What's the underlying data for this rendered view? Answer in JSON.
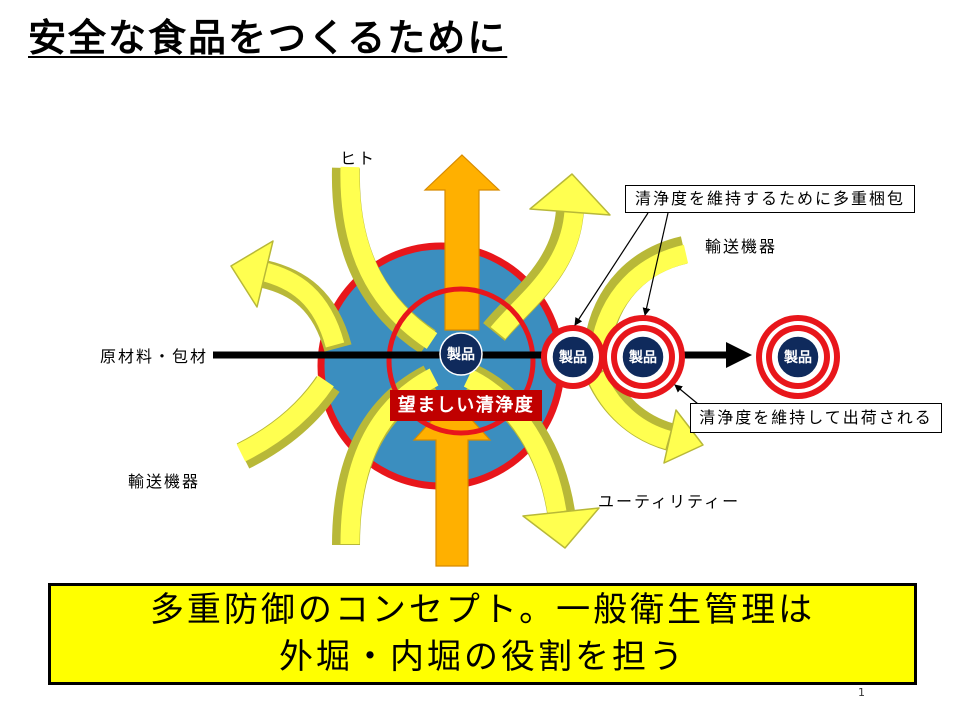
{
  "slide": {
    "title": "安全な食品をつくるために",
    "page_number": "1"
  },
  "diagram": {
    "flow_start_label": "原材料・包材",
    "inflow_labels": {
      "people": "ヒト",
      "transport_upper": "輸送機器",
      "transport_lower": "輸送機器",
      "utilities": "ユーティリティー"
    },
    "products": [
      "製品",
      "製品",
      "製品",
      "製品"
    ],
    "target_label": "望ましい清浄度",
    "callouts": {
      "packaging": "清浄度を維持するために多重梱包",
      "shipping": "清浄度を維持して出荷される"
    }
  },
  "summary": {
    "lines": [
      "多重防御のコンセプト。一般衛生管理は",
      "外堀・内堀の役割を担う"
    ]
  },
  "colors": {
    "circle_fill": "#3B8EBF",
    "ring_red": "#E8161B",
    "product_navy": "#0F2A5C",
    "label_red": "#C00000",
    "orange": "#FFB000",
    "yellow": "#FFFF50",
    "olive": "#B8B838",
    "summary_bg": "#FFFF00"
  }
}
